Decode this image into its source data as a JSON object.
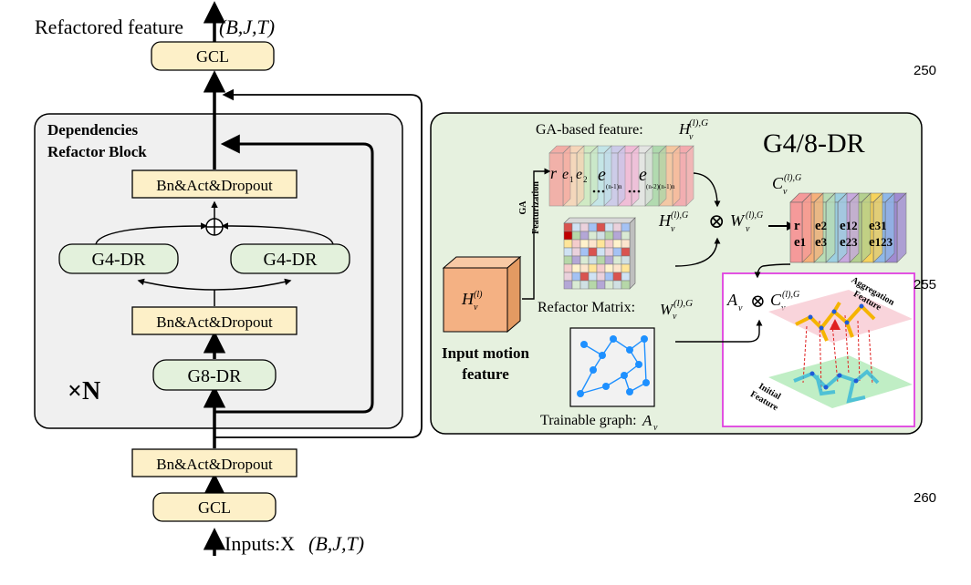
{
  "labels": {
    "output": "Refactored feature",
    "output_shape": "(B,J,T)",
    "input_prefix": "Inputs:X",
    "input_shape": "(B,J,T)",
    "gcl": "GCL",
    "bn": "Bn&Act&Dropout",
    "block_title_1": "Dependencies",
    "block_title_2": "Refactor Block",
    "g4": "G4-DR",
    "g8": "G8-DR",
    "times_n": "×N",
    "dr_title": "G4/8-DR",
    "ga_feature": "GA-based feature:",
    "ga_feature_sym": "H",
    "ga_feature_sup": "(l),G",
    "ga_feat_1": "GA",
    "ga_feat_2": "Featurization",
    "input_motion_1": "Input motion",
    "input_motion_2": "feature",
    "refactor_matrix": "Refactor Matrix:",
    "refactor_sym": "W",
    "refactor_sup": "(l),G",
    "trainable_graph": "Trainable graph:",
    "graph_sym": "A",
    "sub_v": "v",
    "sup_l": "(l)",
    "sym_C": "C",
    "otimes": "⊗",
    "oplus": "⊕",
    "aggregation_1": "Aggregation",
    "aggregation_2": "Feature",
    "initial_1": "Initial",
    "initial_2": "Feature",
    "blade_r": "r",
    "blade_e": "e"
  },
  "line_numbers": [
    "250",
    "255",
    "260"
  ],
  "blades_top": [
    {
      "s": "r",
      "b": ""
    },
    {
      "s": "e",
      "b": "1"
    },
    {
      "s": "e",
      "b": "2"
    },
    {
      "s": "e",
      "b": "(n-1)n"
    },
    {
      "s": "e",
      "b": "(n-2)(n-1)n"
    }
  ],
  "blades_out_row1": [
    {
      "s": "r",
      "b": ""
    },
    {
      "s": "e",
      "b": "2"
    },
    {
      "s": "e",
      "b": "12"
    },
    {
      "s": "e",
      "b": "31"
    }
  ],
  "blades_out_row2": [
    {
      "s": "e",
      "b": "1"
    },
    {
      "s": "e",
      "b": "3"
    },
    {
      "s": "e",
      "b": "23"
    },
    {
      "s": "e",
      "b": "123"
    }
  ],
  "colors": {
    "block_fill": "#f0f0f0",
    "green_node": "#e3f1dc",
    "yellow_node": "#fdf0c8",
    "dr_panel": "#e6f1df",
    "motion_cube": "#f4b183",
    "pink_border": "#e040e0",
    "graph_node": "#1e90ff"
  },
  "slice_colors_top": [
    "#f4a6a0",
    "#f7d3b5",
    "#cde9c0",
    "#bfe3e8",
    "#c9c6ea",
    "#f2b6d6",
    "#e3e3e3",
    "#a9d7a8",
    "#f6c29a",
    "#f5a3a9"
  ],
  "slice_colors_out": [
    "#f59a9a",
    "#f6b07a",
    "#b9dcb4",
    "#9ccfe0",
    "#c7a9de",
    "#b4d08f",
    "#f6d35c",
    "#8fb8e8",
    "#a08bd1"
  ],
  "matrix_colors": [
    "#d9534f",
    "#f4cccc",
    "#d9ead3",
    "#cfe2f3",
    "#fff2cc",
    "#d0e0e3",
    "#ead1dc",
    "#fce5cd",
    "#b6d7a8",
    "#a4c2f4",
    "#ffe599",
    "#b4a7d6"
  ]
}
